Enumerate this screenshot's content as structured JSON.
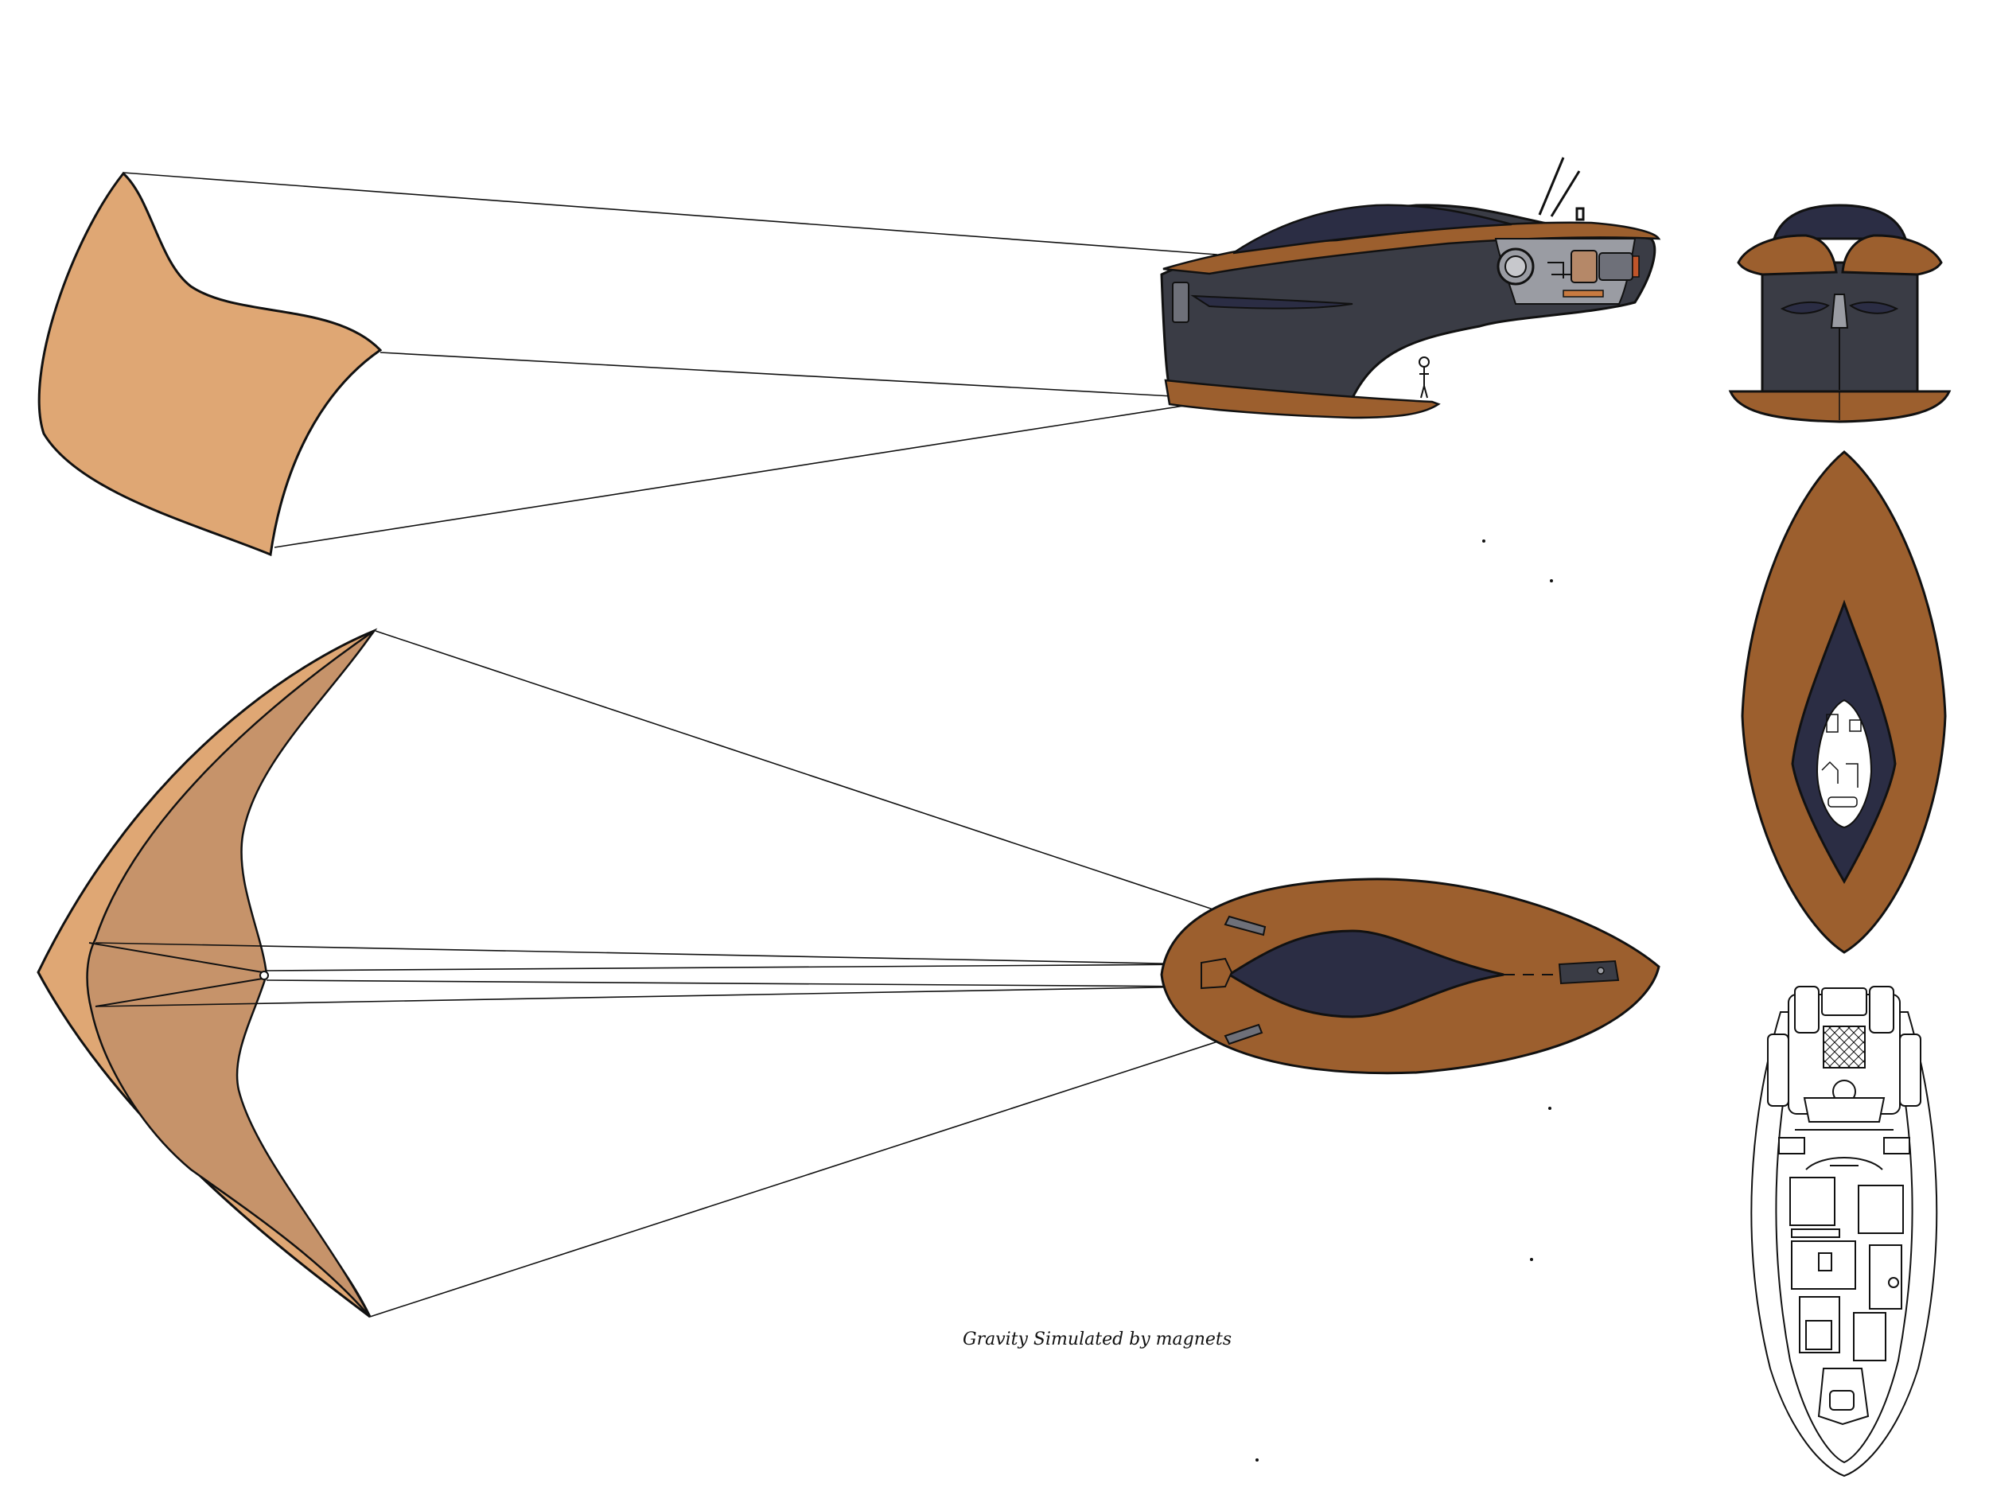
{
  "caption": "Gravity Simulated by magnets",
  "colors": {
    "sail_light": "#DFA774",
    "sail_shade": "#C6936A",
    "hull_brown": "#9C5F2E",
    "hull_dark": "#3A3C45",
    "canopy_navy": "#2B2D44",
    "outline": "#111111",
    "detail_grey": "#9A9CA3"
  },
  "views": {
    "side": "side-view",
    "front": "front-view",
    "top": "top-view",
    "deck_plan": "deck-plan"
  }
}
